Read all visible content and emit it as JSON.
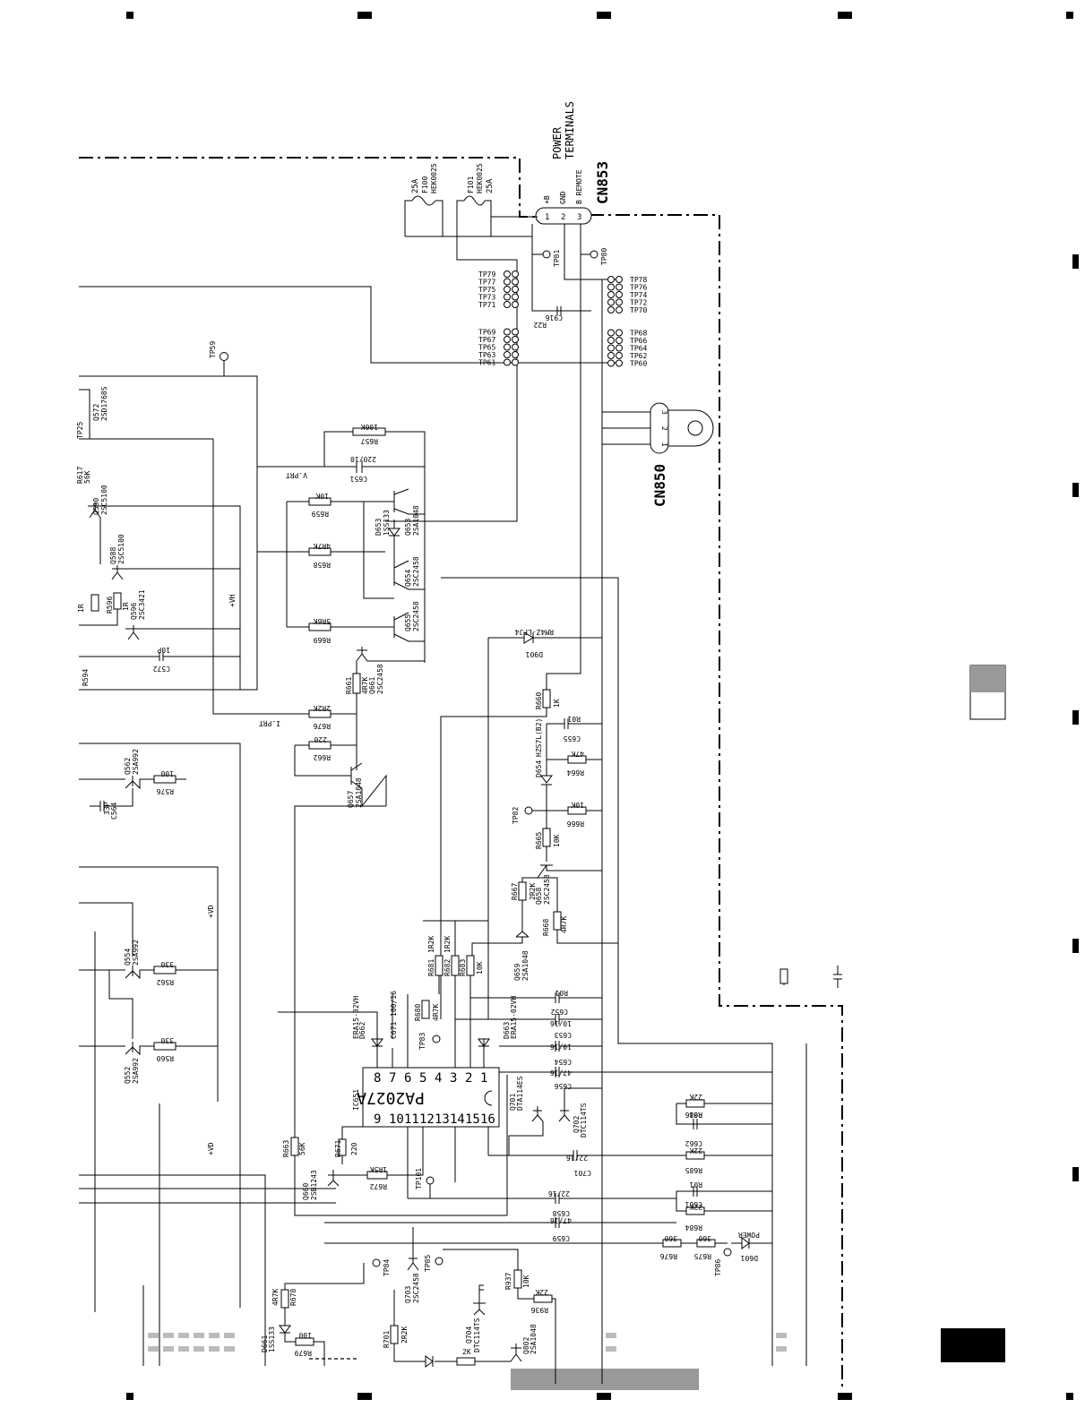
{
  "header": {
    "title_line1": "POWER",
    "title_line2": "TERMINALS"
  },
  "connectors": {
    "cn853": {
      "ref": "CN853",
      "pins": [
        "1",
        "2",
        "3"
      ],
      "pin_labels": [
        "+B",
        "GND",
        "B REMOTE"
      ]
    },
    "cn850": {
      "ref": "CN850",
      "pins": [
        "3",
        "2",
        "1"
      ]
    }
  },
  "fuses": [
    {
      "ref": "F100",
      "part": "HEK0025",
      "rating": "25A"
    },
    {
      "ref": "F101",
      "part": "HEK0025",
      "rating": "25A"
    }
  ],
  "ic": {
    "ref": "IC651",
    "part": "PA2027A",
    "pins_top": [
      "8",
      "7",
      "6",
      "5",
      "4",
      "3",
      "2",
      "1"
    ],
    "pins_bottom": [
      "9",
      "10",
      "11",
      "12",
      "13",
      "14",
      "15",
      "16"
    ]
  },
  "testpoints_left": [
    "TP79",
    "TP77",
    "TP75",
    "TP73",
    "TP71",
    "TP69",
    "TP67",
    "TP65",
    "TP63",
    "TP61"
  ],
  "testpoints_right": [
    "TP78",
    "TP76",
    "TP74",
    "TP72",
    "TP70",
    "TP68",
    "TP66",
    "TP64",
    "TP62",
    "TP60"
  ],
  "testpoints_other": {
    "tp59": "TP59",
    "tp80": "TP80",
    "tp81": "TP81",
    "tp82": "TP82",
    "tp83": "TP83",
    "tp84": "TP84",
    "tp85": "TP85",
    "tp86": "TP86",
    "tp101": "TP101",
    "tp25": "TP25"
  },
  "transistors": {
    "q572": {
      "ref": "Q572",
      "part": "2SD1768S"
    },
    "q590": {
      "ref": "Q590",
      "part": "2SC5100"
    },
    "q588": {
      "ref": "Q588",
      "part": "2SC5100"
    },
    "q596": {
      "ref": "Q596",
      "part": "2SC3421"
    },
    "q653": {
      "ref": "Q653",
      "part": "2SA1048"
    },
    "q654": {
      "ref": "Q654",
      "part": "2SC2458"
    },
    "q655": {
      "ref": "Q655",
      "part": "2SC2458"
    },
    "q661": {
      "ref": "Q661",
      "part": "2SC2458"
    },
    "q657": {
      "ref": "Q657",
      "part": "2SA1048"
    },
    "q562": {
      "ref": "Q562",
      "part": "2SA992"
    },
    "q554": {
      "ref": "Q554",
      "part": "2SA992"
    },
    "q552": {
      "ref": "Q552",
      "part": "2SA992"
    },
    "q658": {
      "ref": "Q658",
      "part": "2SC2458"
    },
    "q659": {
      "ref": "Q659",
      "part": "2SA1048"
    },
    "q660": {
      "ref": "Q660",
      "part": "2SB1243"
    },
    "q701": {
      "ref": "Q701",
      "part": "DTA114ES"
    },
    "q702": {
      "ref": "Q702",
      "part": "DTC114TS"
    },
    "q703": {
      "ref": "Q703",
      "part": "2SC2458"
    },
    "q704": {
      "ref": "Q704",
      "part": "DTC114TS"
    },
    "q802": {
      "ref": "Q802",
      "part": "2SA1048"
    }
  },
  "resistors": {
    "r657": {
      "ref": "R657",
      "value": "100K"
    },
    "r659": {
      "ref": "R659",
      "value": "10K"
    },
    "r658": {
      "ref": "R658",
      "value": "4R7K"
    },
    "r669": {
      "ref": "R669",
      "value": "5R6K"
    },
    "r661": {
      "ref": "R661",
      "value": "4R7K"
    },
    "r676": {
      "ref": "R676",
      "value": "2R2K"
    },
    "r662": {
      "ref": "R662",
      "value": "220"
    },
    "r576": {
      "ref": "R576",
      "value": "100"
    },
    "r562": {
      "ref": "R562",
      "value": "330"
    },
    "r560": {
      "ref": "R560",
      "value": "330"
    },
    "r596": {
      "ref": "R596",
      "value": "1R"
    },
    "r594": {
      "ref": "R594",
      "value": "1R"
    },
    "r617": {
      "ref": "R617",
      "value": "56K"
    },
    "r660": {
      "ref": "R660",
      "value": "1K"
    },
    "r664": {
      "ref": "R664",
      "value": "47K"
    },
    "r666": {
      "ref": "R666",
      "value": "10K"
    },
    "r665": {
      "ref": "R665",
      "value": "10K"
    },
    "r667": {
      "ref": "R667",
      "value": "2R2K"
    },
    "r668": {
      "ref": "R668",
      "value": "4R7K"
    },
    "r681": {
      "ref": "R681",
      "value": "1R2K"
    },
    "r682": {
      "ref": "R682",
      "value": "1R2K"
    },
    "r683": {
      "ref": "R683",
      "value": "10K"
    },
    "r680": {
      "ref": "R680",
      "value": "4R7K"
    },
    "r663": {
      "ref": "R663",
      "value": "56K"
    },
    "r671": {
      "ref": "R671",
      "value": "220"
    },
    "r672": {
      "ref": "R672",
      "value": "1R5K"
    },
    "r686": {
      "ref": "R686",
      "value": "22K"
    },
    "r685": {
      "ref": "R685",
      "value": "22K"
    },
    "r684": {
      "ref": "R684",
      "value": "22K"
    },
    "r676b": {
      "ref": "R676",
      "value": "360"
    },
    "r675": {
      "ref": "R675",
      "value": "360"
    },
    "r937": {
      "ref": "R937",
      "value": "10K"
    },
    "r936": {
      "ref": "R936",
      "value": "22K"
    },
    "r678": {
      "ref": "R678",
      "value": "4R7K"
    },
    "r679": {
      "ref": "R679",
      "value": "100"
    },
    "r701": {
      "ref": "R701",
      "value": "2R2K"
    },
    "r2k": {
      "ref": "",
      "value": "2K"
    }
  },
  "capacitors": {
    "c916": {
      "ref": "C916",
      "value": "R22"
    },
    "c651": {
      "ref": "C651",
      "value": "220/10"
    },
    "c572": {
      "ref": "C572",
      "value": "10P"
    },
    "c564": {
      "ref": "C564",
      "value": "33P"
    },
    "c655": {
      "ref": "C655",
      "value": "R01"
    },
    "c652": {
      "ref": "C652",
      "value": "R01"
    },
    "c653": {
      "ref": "C653",
      "value": "10/16"
    },
    "c654": {
      "ref": "C654",
      "value": "10/16"
    },
    "c656": {
      "ref": "C656",
      "value": "47/16"
    },
    "c671": {
      "ref": "C671",
      "value": "100/16"
    },
    "c662": {
      "ref": "C662",
      "value": "R01"
    },
    "c661": {
      "ref": "C661",
      "value": "R01"
    },
    "c701": {
      "ref": "C701",
      "value": "22/16"
    },
    "c658": {
      "ref": "C658",
      "value": "22/16"
    },
    "c659": {
      "ref": "C659",
      "value": "47/16"
    }
  },
  "diodes": {
    "d653": {
      "ref": "D653",
      "part": "1SS133"
    },
    "d901": {
      "ref": "D901",
      "part": "RM4Z-LFJ4"
    },
    "d654": {
      "ref": "D654",
      "part": "HZS7L(B2)"
    },
    "d662": {
      "ref": "D662",
      "part": "ERA15-02VH"
    },
    "d663": {
      "ref": "D663",
      "part": "ERA15-02VH"
    },
    "d661": {
      "ref": "D661",
      "part": "1SS133"
    },
    "d601": {
      "ref": "D601",
      "label": "POWER"
    }
  },
  "nets": {
    "vh": "+VH",
    "vd1": "+VD",
    "vd2": "+VD",
    "v_prt": "V.PRT",
    "i_prt": "I.PRT"
  }
}
